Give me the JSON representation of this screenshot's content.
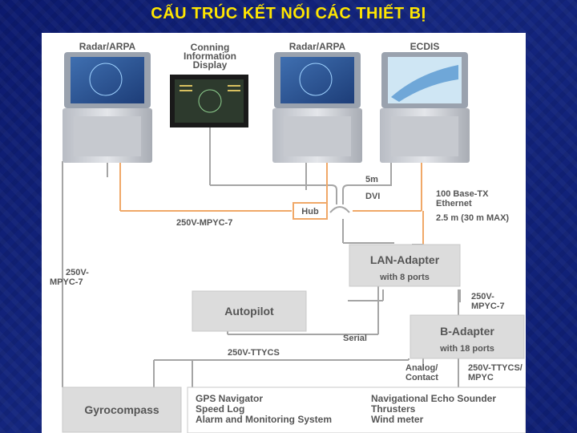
{
  "title": "CẤU TRÚC KẾT NỐI CÁC THIẾT BỊ",
  "colors": {
    "title": "#ffe600",
    "wire_gray": "#9a9a9a",
    "wire_orange": "#f0a060",
    "box": "#dcdcdc"
  },
  "devices": {
    "radar1": "Radar/ARPA",
    "conning": [
      "Conning",
      "Information",
      "Display"
    ],
    "radar2": "Radar/ARPA",
    "ecdis": "ECDIS"
  },
  "hub": "Hub",
  "cable_labels": {
    "five_m": "5m",
    "dvi": "DVI",
    "ethernet": [
      "100 Base-TX",
      "Ethernet"
    ],
    "max_len": "2.5 m (30 m MAX)",
    "mpyc_horizontal": "250V-MPYC-7",
    "mpyc_left": [
      "250V-",
      "MPYC-7"
    ],
    "mpyc_right": [
      "250V-",
      "MPYC-7"
    ],
    "serial": "Serial",
    "ttycs": "250V-TTYCS",
    "analog": [
      "Analog/",
      "Contact"
    ],
    "ttycs_mpyc": [
      "250V-TTYCS/",
      "MPYC"
    ]
  },
  "lan_adapter": {
    "name": "LAN-Adapter",
    "ports": "with 8 ports"
  },
  "autopilot": "Autopilot",
  "b_adapter": {
    "name": "B-Adapter",
    "ports": "with 18 ports"
  },
  "gyrocompass": "Gyrocompass",
  "sensors_left": [
    "GPS Navigator",
    "Speed Log",
    "Alarm and Monitoring System"
  ],
  "sensors_right": [
    "Navigational Echo Sounder",
    "Thrusters",
    "Wind meter"
  ]
}
